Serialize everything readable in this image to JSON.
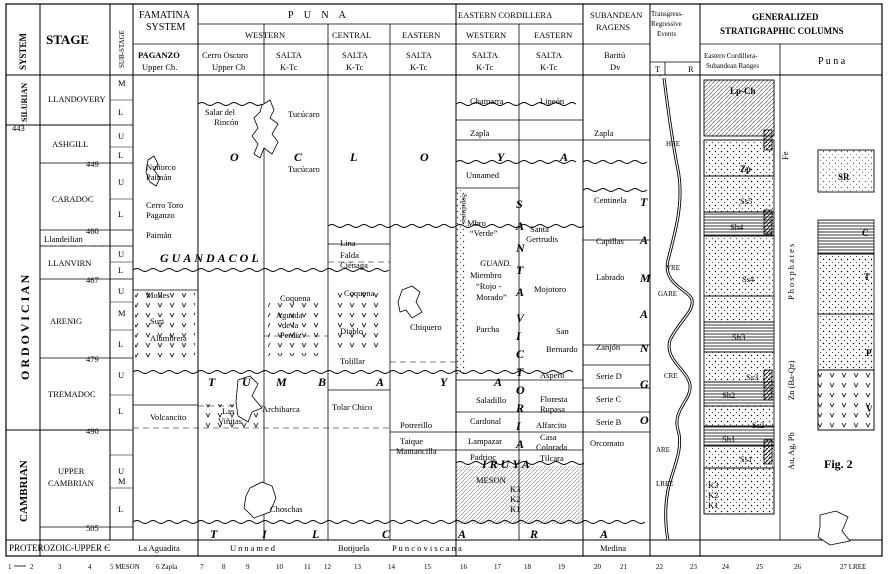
{
  "header": {
    "system": "SYSTEM",
    "stage": "STAGE",
    "substage": "SUB-STAGE",
    "famatina": [
      "FAMATINA",
      "SYSTEM"
    ],
    "puna": "P U N A",
    "puna_western": "WESTERN",
    "puna_central": "CENTRAL",
    "puna_eastern": "EASTERN",
    "ec": "EASTERN CORDILLERA",
    "ec_western": "WESTERN",
    "ec_eastern": "EASTERN",
    "subandean": [
      "SUBANDEAN",
      "RAGENS"
    ],
    "transgressive": [
      "Transgress-",
      "Regressive",
      "Events"
    ],
    "t": "T",
    "r": "R",
    "generalized": [
      "GENERALIZED",
      "STRATIGRAPHIC COLUMNS"
    ],
    "col_ecsr": [
      "Eastern Cordillera-",
      "Subandean Ranges"
    ],
    "col_puna": "P u n a"
  },
  "units": [
    [
      "PAGANZO",
      "Upper Cb."
    ],
    [
      "Cerro Oscuro",
      "Upper Cb"
    ],
    [
      "SALTA",
      "K-Tc"
    ],
    [
      "SALTA",
      "K-Tc"
    ],
    [
      "SALTA",
      "K-Tc"
    ],
    [
      "SALTA",
      "K-Tc"
    ],
    [
      "SALTA",
      "K-Tc"
    ],
    [
      "Baritú",
      "Dv"
    ]
  ],
  "systems": {
    "silurian": "SILURIAN",
    "ordovician": "O R D O V I C I A N",
    "cambrian": "CAMBRIAN",
    "proterozoic": "PROTEROZOIC-UPPER Є"
  },
  "stages": [
    "LLANDOVERY",
    "ASHGILL",
    "CARADOC",
    "Llandeilian",
    "LLANVIRN",
    "ARENIG",
    "TREMADOC",
    "UPPER",
    "CAMBRIAN"
  ],
  "ages": [
    "443",
    "449",
    "460",
    "467",
    "479",
    "490",
    "505"
  ],
  "substages": [
    "M",
    "L",
    "U",
    "L",
    "U",
    "L",
    "U",
    "L",
    "U",
    "M",
    "L",
    "U",
    "L",
    "U",
    "M",
    "L"
  ],
  "formations": {
    "famatina": [
      "Nuñorco",
      "Paimán",
      "Cerro Toro",
      "Paganzo",
      "Paimán",
      "Molles",
      "Suri",
      "Alumbrera",
      "Volcancito",
      "La Aguadita"
    ],
    "puna_w": [
      "Salar del",
      "Rincón",
      "Tucúcaro",
      "Tucúcaro",
      "Coquena",
      "Aguada",
      "de la",
      "Perdiz",
      "Las",
      "Viñitas",
      "Archibarca",
      "Choschas"
    ],
    "puna_c": [
      "Lina",
      "Falda",
      "Ciénaga",
      "Coquena",
      "Diablo",
      "Tolillar",
      "Tolar Chico",
      "Botijuela"
    ],
    "puna_e": [
      "Chiquero",
      "Potrerillo"
    ],
    "ec_w": [
      "Chamarra",
      "Zapla",
      "Unnamed",
      "Mbro",
      "“Verde”",
      "Miembro",
      "“Rojo -",
      "Morado”",
      "Parcha",
      "Saladillo",
      "Cardonal",
      "Lampazar",
      "Taique",
      "Mantancilla",
      "Padrioc",
      "MESON"
    ],
    "ec_e": [
      "Lipeón",
      "Zapla",
      "Santa",
      "Gertrudis",
      "Mojotoro",
      "San",
      "Bernardo",
      "Aspero",
      "Floresta",
      "Rupasa",
      "Alfarcito",
      "Casa",
      "Colorada",
      "Tilcara"
    ],
    "sub": [
      "Centinela",
      "Capillas",
      "Labrado",
      "Zanjón",
      "Serie D",
      "Serie C",
      "Serie B",
      "Orcomato",
      "Medina"
    ],
    "other": [
      "K3",
      "K2",
      "K1",
      "Unnamed",
      "P u n c o v i s c a n a",
      "Sepulturas",
      "GUAND."
    ]
  },
  "big_words": {
    "guandacol": "GUANDACOL",
    "iruya": "IRUYA",
    "oclo": [
      "O",
      "C",
      "L",
      "O",
      "Y",
      "A"
    ],
    "tumbaya": [
      "T",
      "U",
      "M",
      "B",
      "A",
      "Y",
      "A"
    ],
    "tilcara": [
      "T",
      "I",
      "L",
      "C",
      "A",
      "R",
      "A"
    ],
    "victoria": [
      "V",
      "I",
      "C",
      "T",
      "O",
      "R",
      "I",
      "A"
    ],
    "santa_victoria": [
      "S",
      "A",
      "N",
      "T",
      "A"
    ],
    "tarija": [
      "T",
      "A",
      "M",
      "A",
      "N",
      "G",
      "O"
    ],
    "trans_labels": [
      "HRE",
      "VRE",
      "GARE",
      "CRE",
      "ARE",
      "LREE"
    ]
  },
  "columns": {
    "left": [
      "Lp-Ch",
      "Fe",
      "Zp",
      "Ss5",
      "Sh4",
      "Ss4",
      "Sh3",
      "Ss3",
      "Sh2",
      "Ss2",
      "Sh1",
      "Ss1",
      "K3",
      "K2",
      "K1",
      "Phosphates",
      "Zn (Ba-Qz)",
      "Au, Ag, Pb"
    ],
    "right": [
      "SR",
      "C",
      "T",
      "P",
      "V",
      "Fig. 2"
    ]
  },
  "legend": [
    "1",
    "2",
    "3",
    "4",
    "5 MESON",
    "6 Zapla",
    "7",
    "8",
    "9",
    "10",
    "11",
    "12",
    "13",
    "14",
    "15",
    "16",
    "17",
    "18",
    "19",
    "20",
    "21",
    "22",
    "23",
    "24",
    "25",
    "26",
    "27 LREE"
  ]
}
